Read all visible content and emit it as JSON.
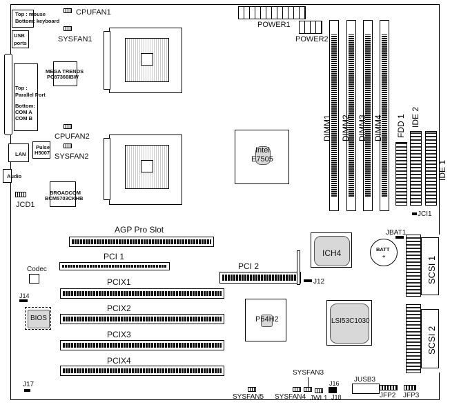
{
  "ports": {
    "ps2": [
      "Top : mouse",
      "Bottom: keyboard"
    ],
    "usb": [
      "USB",
      "ports"
    ],
    "parallel": [
      "Top :",
      "Parallel Port",
      "Bottom:",
      "COM A",
      "COM B"
    ],
    "lan": "LAN",
    "audio": "Audio",
    "pulse": [
      "Pulse",
      "H5007"
    ]
  },
  "fans": {
    "cpufan1": "CPUFAN1",
    "sysfan1": "SYSFAN1",
    "cpufan2": "CPUFAN2",
    "sysfan2": "SYSFAN2",
    "sysfan3": "SYSFAN3",
    "sysfan4": "SYSFAN4",
    "sysfan5": "SYSFAN5"
  },
  "chips": {
    "superio": [
      "MEGA TRENDS",
      "PC87366IBW"
    ],
    "broadcom": [
      "BROADCOM",
      "BCM5703CKHB"
    ],
    "northbridge": [
      "Intel",
      "E7505"
    ],
    "ich": "ICH4",
    "p64h2": "P64H2",
    "lsi": "LSI53C1030",
    "bios": "BIOS",
    "codec": "Codec",
    "batt": [
      "BATT",
      "+"
    ]
  },
  "power": {
    "power1": "POWER1",
    "power2": "POWER2"
  },
  "memory": [
    "DIMM1",
    "DIMM2",
    "DIMM3",
    "DIMM4"
  ],
  "drives": {
    "fdd": "FDD 1",
    "ide2": "IDE 2",
    "ide1": "IDE 1",
    "scsi1": "SCSI 1",
    "scsi2": "SCSI 2"
  },
  "slots": {
    "agp": "AGP Pro Slot",
    "pci1": "PCI 1",
    "pci2": "PCI 2",
    "pcix": [
      "PCIX1",
      "PCIX2",
      "PCIX3",
      "PCIX4"
    ]
  },
  "jumpers": {
    "jcd1": "JCD1",
    "jci1": "JCI1",
    "jbat1": "JBAT1",
    "j12": "J12",
    "j14": "J14",
    "j16": "J16",
    "j17": "J17",
    "j18": "J18",
    "jwl1": "JWL1",
    "jusb3": "JUSB3",
    "jfp2": "JFP2",
    "jfp3": "JFP3"
  }
}
